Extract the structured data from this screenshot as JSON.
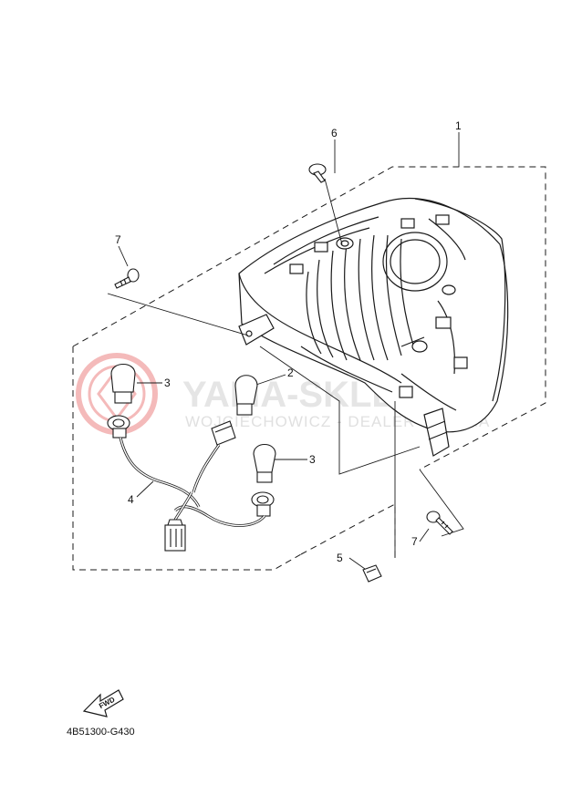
{
  "diagram": {
    "callouts": {
      "c1": "1",
      "c2": "2",
      "c3a": "3",
      "c3b": "3",
      "c4": "4",
      "c5": "5",
      "c6": "6",
      "c7a": "7",
      "c7b": "7"
    },
    "watermark": {
      "main": "YAMA-SKLEP.PL",
      "sub": "WOJCIECHOWICZ - DEALER YAMAHA",
      "logo_color": "#e23b3b"
    },
    "fwd_label": "FWD",
    "part_code": "4B51300-G430",
    "colors": {
      "line": "#1a1a1a",
      "watermark": "#c7c7c7"
    }
  }
}
